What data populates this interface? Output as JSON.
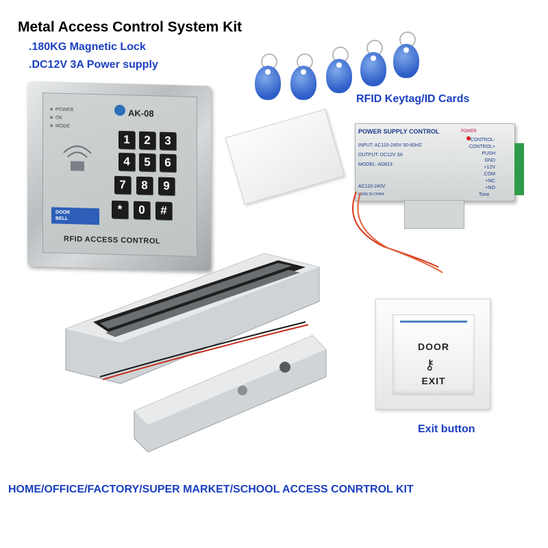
{
  "title": "Metal Access Control System Kit",
  "specs": [
    ".180KG Magnetic Lock",
    ".DC12V 3A Power supply"
  ],
  "labels": {
    "rfid": "RFID Keytag/ID Cards",
    "exit": "Exit button",
    "bottom": "HOME/OFFICE/FACTORY/SUPER MARKET/SCHOOL ACCESS CONRTROL KIT"
  },
  "keypad": {
    "brand": "AK-08",
    "leds": [
      "POWER",
      "OK",
      "MODE"
    ],
    "keys": [
      "1",
      "2",
      "3",
      "4",
      "5",
      "6",
      "7",
      "8",
      "9",
      "*",
      "0",
      "#"
    ],
    "bell": [
      "DOOR",
      "BELL"
    ],
    "footer": "RFID ACCESS CONTROL"
  },
  "psu": {
    "title": "POWER SUPPLY CONTROL",
    "input": "INPUT: AC110-240V  50-60HZ",
    "output": "OUTPUT: DC12V   3A",
    "model": "MODEL: AD813",
    "power": "POWER",
    "ac": "AC110-240V",
    "made": "MADE IN CHINA",
    "time": "Time",
    "terminals": [
      "CONTROL-",
      "CONTROL+",
      "PUSH",
      "GND",
      "+12V",
      ".COM",
      "+NC",
      "+NO"
    ]
  },
  "exit_button": {
    "top": "DOOR",
    "bottom": "EXIT"
  },
  "colors": {
    "accent_blue": "#1a3fc0",
    "tag_blue": "#2e5fc8"
  }
}
